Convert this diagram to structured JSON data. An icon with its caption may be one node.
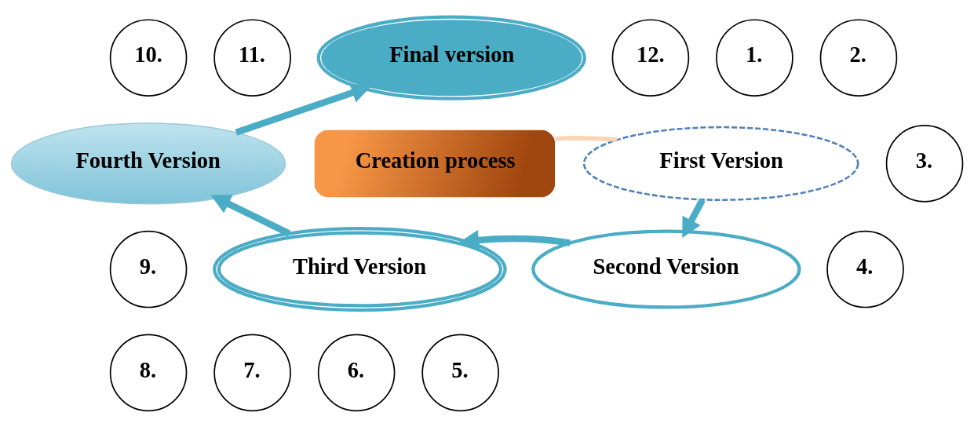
{
  "diagram": {
    "nodes": [
      {
        "text": [
          "12."
        ]
      },
      {
        "text": [
          "10."
        ]
      },
      {
        "text": [
          "11."
        ]
      },
      {
        "text": [
          "Final version"
        ]
      },
      {
        "text": [
          "1."
        ]
      },
      {
        "text": [
          "2."
        ]
      },
      {
        "text": [
          "3."
        ]
      },
      {
        "text": [
          "Fourth Version"
        ]
      },
      {
        "text": [
          "Creation process"
        ]
      },
      {
        "text": [
          "First Version"
        ]
      },
      {
        "text": [
          "9."
        ]
      },
      {
        "text": [
          "4."
        ]
      },
      {
        "text": [
          "Third Version"
        ]
      },
      {
        "text": [
          "Second Version"
        ]
      },
      {
        "text": [
          "8."
        ]
      },
      {
        "text": [
          "5."
        ]
      },
      {
        "text": [
          "7."
        ]
      },
      {
        "text": [
          "6."
        ]
      }
    ],
    "edges": [
      {
        "from": 9,
        "to": 13,
        "arrow": "to"
      },
      {
        "from": 13,
        "to": 12,
        "arrow": "to"
      },
      {
        "from": 12,
        "to": 7,
        "arrow": "to"
      },
      {
        "from": 7,
        "to": 3,
        "arrow": "to"
      },
      {
        "from": 8,
        "to": 9,
        "arrow": "none",
        "color": "#fbd5b5"
      }
    ]
  }
}
